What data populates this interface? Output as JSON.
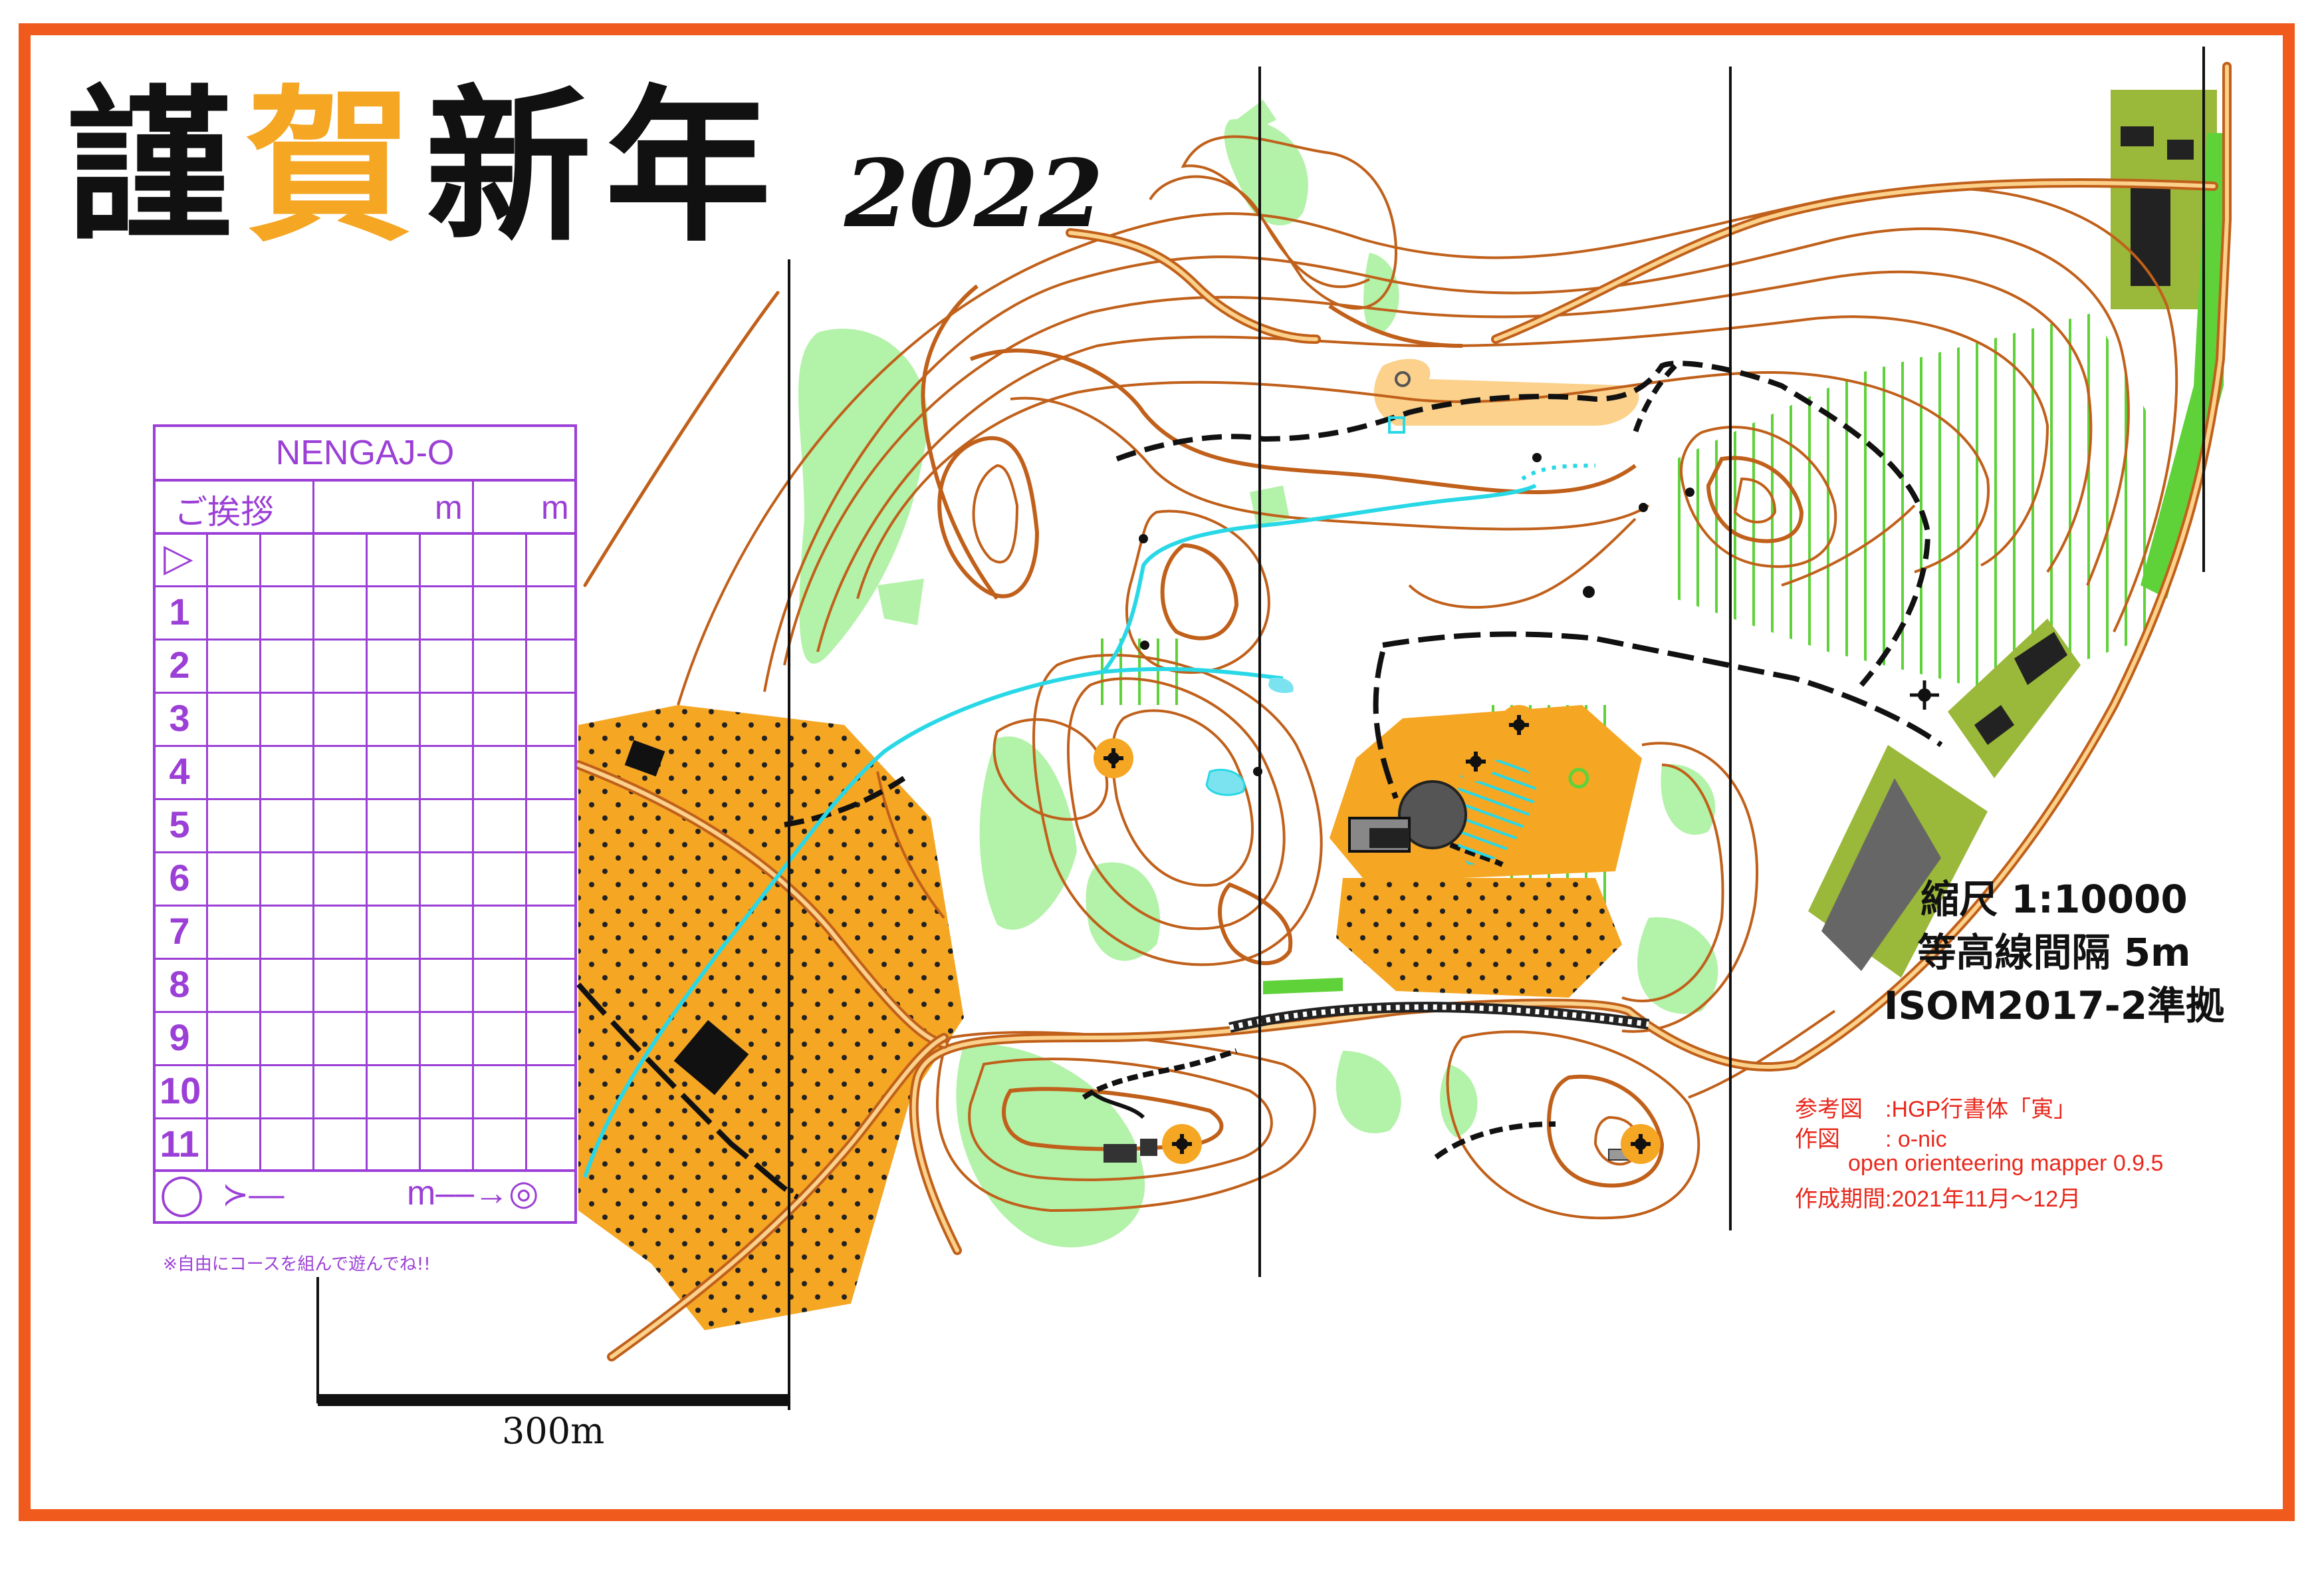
{
  "greeting": {
    "c1": "謹",
    "c2": "賀",
    "c3": "新",
    "c4": "年",
    "year": "2022"
  },
  "control_card": {
    "title": "NENGAJ-O",
    "header_greeting": "ご挨拶",
    "header_m1": "m",
    "header_m2": "m",
    "start_symbol": "▷",
    "rows": [
      "1",
      "2",
      "3",
      "4",
      "5",
      "6",
      "7",
      "8",
      "9",
      "10",
      "11"
    ],
    "finish_start": "◯",
    "finish_arrow": "≻‒‒",
    "finish_m": "m‒‒→◎"
  },
  "card_note": "※自由にコースを組んで遊んでね!!",
  "map_info": {
    "scale": "縮尺 1:10000",
    "contour": "等高線間隔 5m",
    "standard": "ISOM2017-2準拠"
  },
  "credits": {
    "reference": "参考図　:HGP行書体「寅」",
    "author": "作図　　: o-nic",
    "software": "open orienteering mapper 0.9.5",
    "period": "作成期間:2021年11月～12月"
  },
  "scale_bar": {
    "label": "300m"
  },
  "colors": {
    "frame": "#f05a1c",
    "contour": "#c0601a",
    "open_land": "#f5a623",
    "vegetation": "#a6f09a",
    "water": "#29d8e6",
    "olive": "#9ab83a",
    "purple": "#9b3fd6",
    "credit_red": "#e8281c"
  }
}
